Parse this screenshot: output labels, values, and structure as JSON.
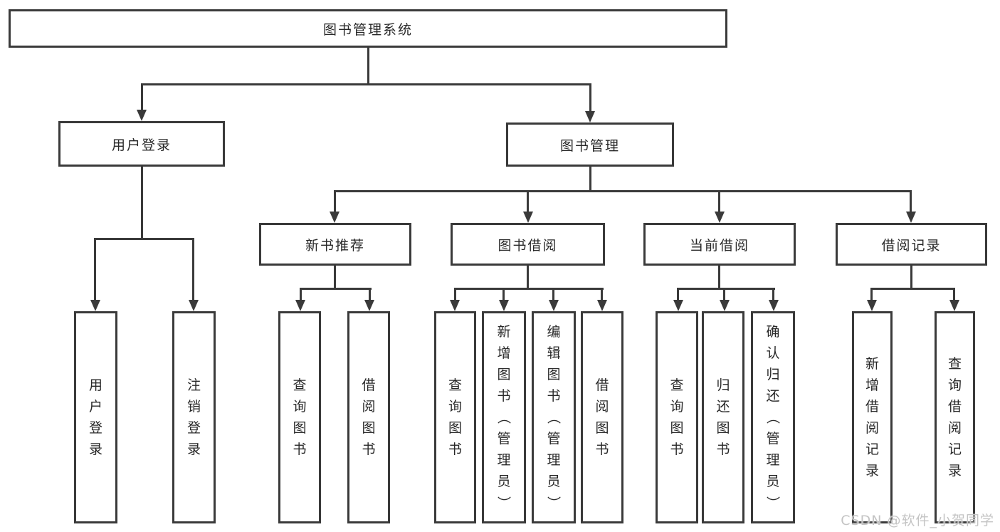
{
  "diagram": {
    "type": "hierarchy-tree",
    "colors": {
      "line": "#3a3a3a",
      "text": "#282828",
      "background": "#ffffff",
      "watermark_text": "#c4c4c4"
    },
    "tree": {
      "label": "图书管理系统",
      "children": [
        {
          "label": "用户登录",
          "children": [
            {
              "label": "用户登录"
            },
            {
              "label": "注销登录"
            }
          ]
        },
        {
          "label": "图书管理",
          "children": [
            {
              "label": "新书推荐",
              "children": [
                {
                  "label": "查询图书"
                },
                {
                  "label": "借阅图书"
                }
              ]
            },
            {
              "label": "图书借阅",
              "children": [
                {
                  "label": "查询图书"
                },
                {
                  "label": "新增图书（管理员）"
                },
                {
                  "label": "编辑图书（管理员）"
                },
                {
                  "label": "借阅图书"
                }
              ]
            },
            {
              "label": "当前借阅",
              "children": [
                {
                  "label": "查询图书"
                },
                {
                  "label": "归还图书"
                },
                {
                  "label": "确认归还（管理员）"
                }
              ]
            },
            {
              "label": "借阅记录",
              "children": [
                {
                  "label": "新增借阅记录"
                },
                {
                  "label": "查询借阅记录"
                }
              ]
            }
          ]
        }
      ]
    }
  },
  "watermark": {
    "text": "CSDN @软件_小贺同学"
  }
}
